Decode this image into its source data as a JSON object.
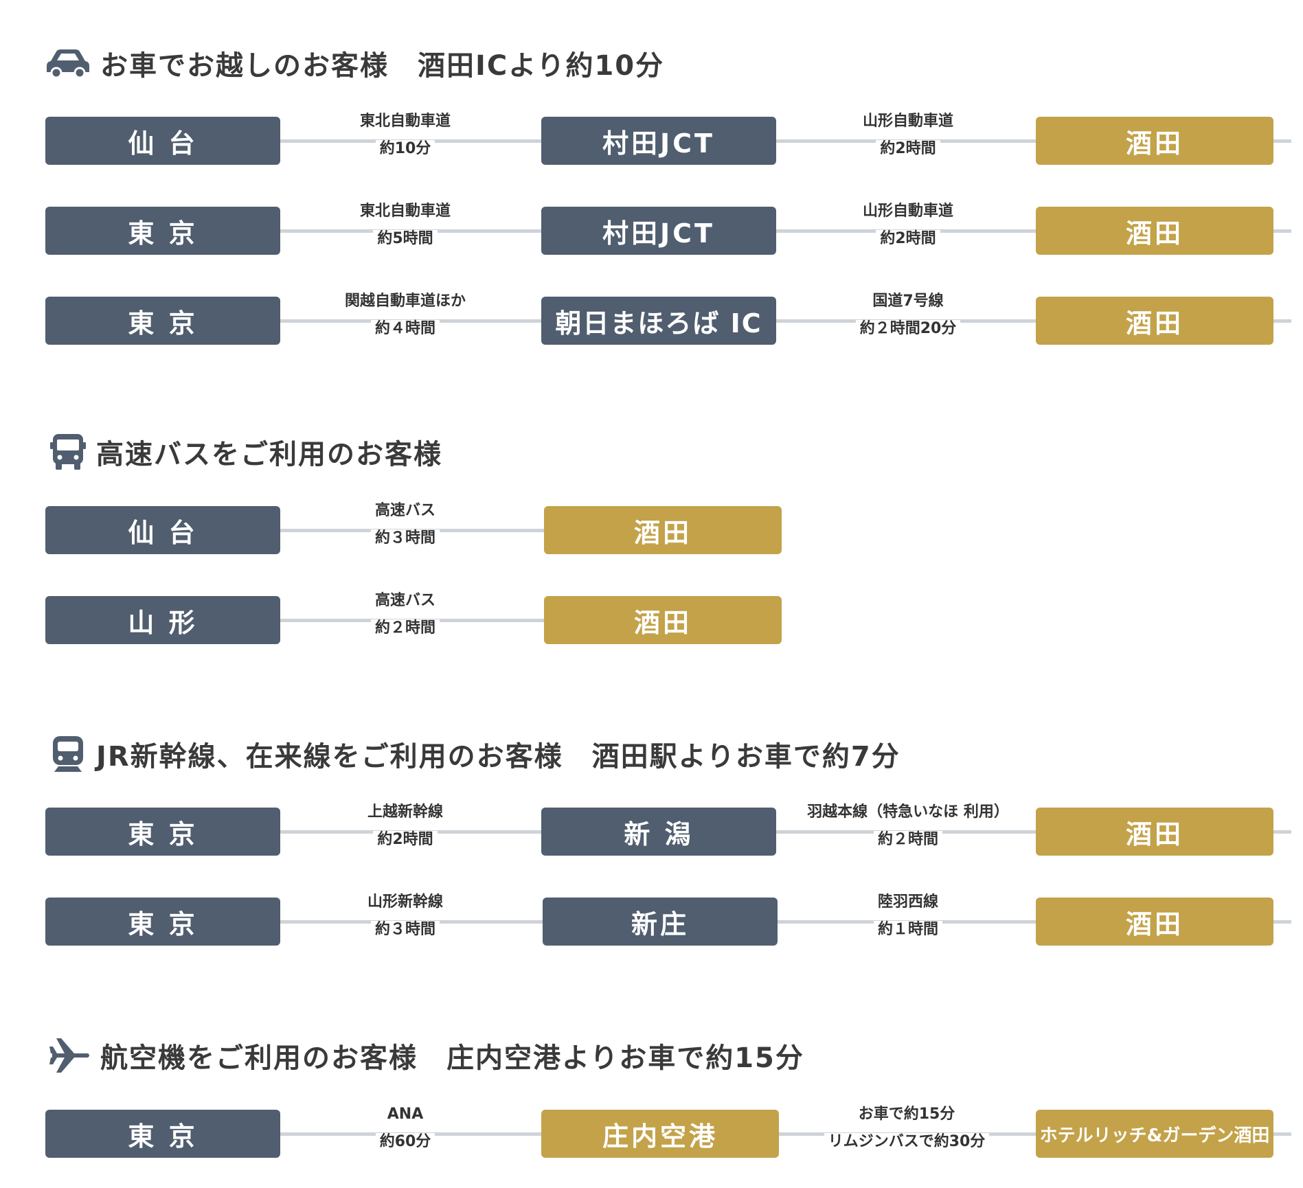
{
  "colors": {
    "dark_box": "#505e6f",
    "gold_box": "#c3a24a",
    "connector": "#cdd3d9",
    "text": "#333333"
  },
  "car": {
    "icon": "car-icon",
    "title": "お車でお越しのお客様　酒田ICより約10分",
    "routes": [
      {
        "from": "仙 台",
        "leg1_top": "東北自動車道",
        "leg1_bottom": "約10分",
        "via": "村田JCT",
        "leg2_top": "山形自動車道",
        "leg2_bottom": "約2時間",
        "to": "酒田"
      },
      {
        "from": "東 京",
        "leg1_top": "東北自動車道",
        "leg1_bottom": "約5時間",
        "via": "村田JCT",
        "leg2_top": "山形自動車道",
        "leg2_bottom": "約2時間",
        "to": "酒田"
      },
      {
        "from": "東 京",
        "leg1_top": "関越自動車道ほか",
        "leg1_bottom": "約４時間",
        "via": "朝日まほろば IC",
        "leg2_top": "国道7号線",
        "leg2_bottom": "約２時間20分",
        "to": "酒田"
      }
    ]
  },
  "bus": {
    "icon": "bus-icon",
    "title": "高速バスをご利用のお客様",
    "routes": [
      {
        "from": "仙 台",
        "leg1_top": "高速バス",
        "leg1_bottom": "約３時間",
        "to": "酒田"
      },
      {
        "from": "山 形",
        "leg1_top": "高速バス",
        "leg1_bottom": "約２時間",
        "to": "酒田"
      }
    ]
  },
  "train": {
    "icon": "train-icon",
    "title": "JR新幹線、在来線をご利用のお客様　酒田駅よりお車で約7分",
    "routes": [
      {
        "from": "東 京",
        "leg1_top": "上越新幹線",
        "leg1_bottom": "約2時間",
        "via": "新 潟",
        "leg2_top": "羽越本線（特急いなほ 利用）",
        "leg2_bottom": "約２時間",
        "to": "酒田"
      },
      {
        "from": "東 京",
        "leg1_top": "山形新幹線",
        "leg1_bottom": "約３時間",
        "via": "新庄",
        "leg2_top": "陸羽西線",
        "leg2_bottom": "約１時間",
        "to": "酒田"
      }
    ]
  },
  "plane": {
    "icon": "airplane-icon",
    "title": "航空機をご利用のお客様　庄内空港よりお車で約15分",
    "routes": [
      {
        "from": "東 京",
        "leg1_top": "ANA",
        "leg1_bottom": "約60分",
        "via": "庄内空港",
        "leg2_top": "お車で約15分",
        "leg2_bottom": "リムジンバスで約30分",
        "to": "ホテルリッチ&ガーデン酒田"
      }
    ]
  }
}
